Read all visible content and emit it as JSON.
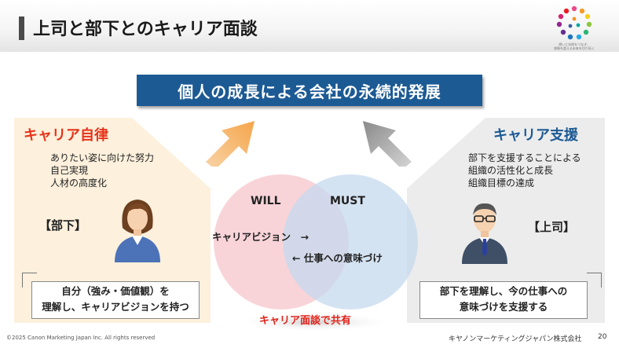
{
  "header": {
    "title": "上司と部下とのキャリア面談",
    "logo_tagline": [
      "想いと技術をつなぎ、",
      "想像を超える未来を切り拓く"
    ]
  },
  "banner": {
    "text": "個人の成長による会社の永続的発展"
  },
  "left_panel": {
    "title": "キャリア自律",
    "lines": [
      "ありたい姿に向けた努力",
      "自己実現",
      "人材の高度化"
    ],
    "role": "【部下】",
    "note": [
      "自分（強み・価値観）を",
      "理解し、キャリアビジョンを持つ"
    ]
  },
  "right_panel": {
    "title": "キャリア支援",
    "lines": [
      "部下を支援することによる",
      "組織の活性化と成長",
      "組織目標の達成"
    ],
    "role": "【上司】",
    "note": [
      "部下を理解し、今の仕事への",
      "意味づけを支援する"
    ]
  },
  "venn": {
    "will": "WILL",
    "must": "MUST",
    "left_text": "キャリアビジョン　→",
    "right_text": "← 仕事への意味づけ",
    "caption": "キャリア面談で共有"
  },
  "footer": {
    "copyright": "©2025 Canon Marketing Japan Inc. All rights reserved",
    "company": "キヤノンマーケティングジャパン株式会社",
    "page": "20"
  },
  "colors": {
    "banner": "#1c5a94",
    "left_title": "#e6331a",
    "right_title": "#1c5a94",
    "left_arrow": "#f6b26b",
    "right_arrow": "#9a9a9a",
    "will_circle": "#f6c9cf",
    "must_circle": "#c6daee",
    "caption": "#e0241b"
  },
  "icons": {
    "logo": "colored-dot-ring-logo",
    "subordinate": "female-employee-avatar-icon",
    "manager": "male-manager-avatar-icon",
    "left_arrow": "up-right-arrow-icon",
    "right_arrow": "up-left-arrow-icon"
  }
}
